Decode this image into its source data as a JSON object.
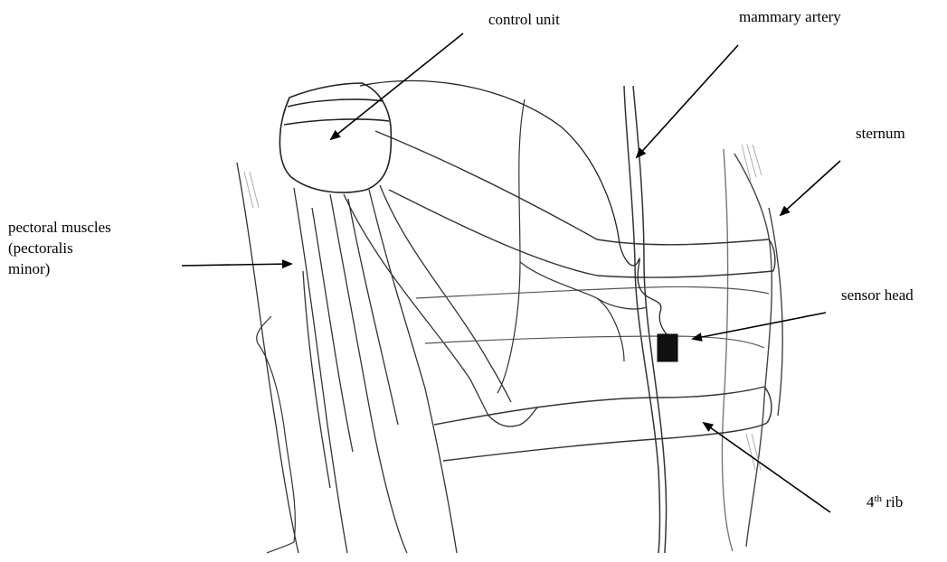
{
  "labels": {
    "control_unit": "control unit",
    "mammary_artery": "mammary artery",
    "sternum": "sternum",
    "pectoral_line1": "pectoral muscles",
    "pectoral_line2": "(pectoralis",
    "pectoral_line3": "minor)",
    "sensor_head": "sensor head",
    "rib_number": "4",
    "rib_suffix": "th",
    "rib_word": "rib"
  },
  "colors": {
    "ink": "#000000",
    "pencil": "#333333",
    "shade": "#8a8a8a",
    "background": "#ffffff"
  }
}
